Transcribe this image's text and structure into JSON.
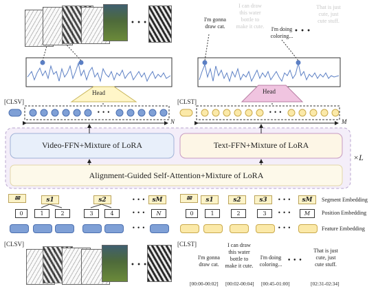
{
  "top": {
    "clsv": "[CLSV]",
    "clst": "[CLST]",
    "head_v": "Head",
    "head_t": "Head",
    "n": "N",
    "m": "M",
    "dots": "• • •",
    "text_bubbles": [
      "I'm gonna draw cat.",
      "I can draw this water bottle to make it cute.",
      "I'm doing coloring...",
      "That is just cute, just cute stuff."
    ]
  },
  "block": {
    "video_ffn": "Video-FFN+Mixture of LoRA",
    "text_ffn": "Text-FFN+Mixture of LoRA",
    "attention": "Alignment-Guided Self-Attention+Mixture of LoRA",
    "times_l": "×L"
  },
  "embeddings": {
    "segment_label": "Segment Embedding",
    "position_label": "Position Embedding",
    "feature_label": "Feature Embedding",
    "video_segments": [
      "s1",
      "s2",
      "sM"
    ],
    "video_positions": [
      "0",
      "1",
      "2",
      "3",
      "4",
      "N"
    ],
    "text_segments": [
      "s1",
      "s2",
      "s3",
      "sM"
    ],
    "text_positions": [
      "0",
      "1",
      "2",
      "3",
      "M"
    ],
    "dots": "• • •"
  },
  "bottom": {
    "clsv": "[CLSV]",
    "clst": "[CLST]",
    "dots": "• • •",
    "captions": [
      "I'm gonna draw cat.",
      "I can draw this water bottle to make it cute.",
      "I'm doing coloring...",
      "That is just cute, just cute stuff."
    ],
    "timestamps": [
      "[00:00-00:02]",
      "[00:02-00:04]",
      "[00:45-01:00]",
      "[02:31-02:34]"
    ]
  },
  "colors": {
    "video_blue": "#7fa0d6",
    "text_yellow": "#fbe9a8",
    "head_yellow": "#fff6c8",
    "head_pink": "#f0c4e0",
    "block_bg": "#f4eef9"
  }
}
